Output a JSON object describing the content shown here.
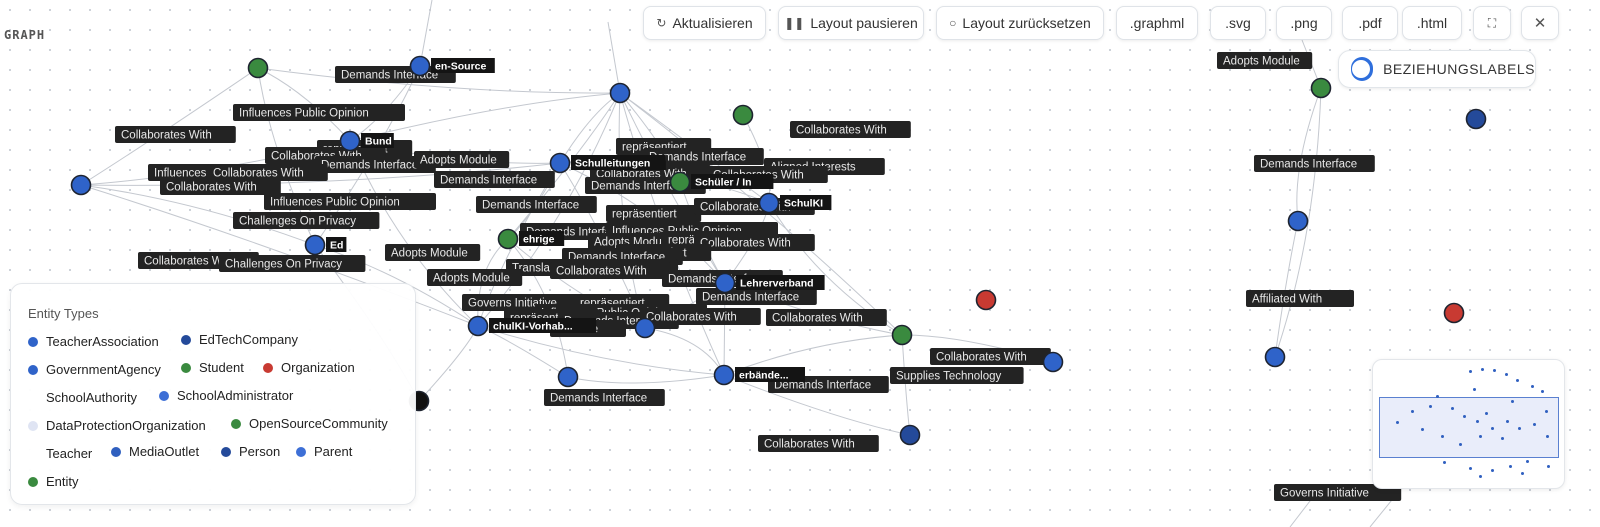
{
  "section_label": "GRAPH",
  "toolbar": {
    "refresh_label": "Aktualisieren",
    "pause_label": "Layout pausieren",
    "reset_label": "Layout zurücksetzen",
    "export_graphml": ".graphml",
    "export_svg": ".svg",
    "export_png": ".png",
    "export_pdf": ".pdf",
    "export_html": ".html",
    "fullscreen_icon": "fullscreen-icon",
    "close_icon": "close-icon"
  },
  "relationship_toggle": {
    "label": "BEZIEHUNGSLABELS",
    "enabled": true
  },
  "legend": {
    "title": "Entity Types",
    "items": [
      {
        "label": "TeacherAssociation",
        "color": "#2f63c9"
      },
      {
        "label": "EdTechCompany",
        "color": "#244a9a"
      },
      {
        "label": "GovernmentAgency",
        "color": "#2f63c9"
      },
      {
        "label": "Student",
        "color": "#3a8a3f"
      },
      {
        "label": "Organization",
        "color": "#c83a32"
      },
      {
        "label": "SchoolAuthority",
        "color": "#ffffff"
      },
      {
        "label": "SchoolAdministrator",
        "color": "#3d6fd6"
      },
      {
        "label": "DataProtectionOrganization",
        "color": "#dfe4f3"
      },
      {
        "label": "OpenSourceCommunity",
        "color": "#3a8a3f"
      },
      {
        "label": "Teacher",
        "color": "#ffffff"
      },
      {
        "label": "MediaOutlet",
        "color": "#2f5fbf"
      },
      {
        "label": "Person",
        "color": "#244a9a"
      },
      {
        "label": "Parent",
        "color": "#3d6fd6"
      },
      {
        "label": "Entity",
        "color": "#3a8a3f"
      }
    ]
  },
  "nodes": [
    {
      "id": "n1",
      "color": "#3a8a3f",
      "label": ""
    },
    {
      "id": "n2",
      "color": "#2f63c9",
      "label": "en-Source"
    },
    {
      "id": "n3",
      "color": "#2f63c9",
      "label": ""
    },
    {
      "id": "n4",
      "color": "#2f63c9",
      "label": "Bund"
    },
    {
      "id": "n5",
      "color": "#2f63c9",
      "label": ""
    },
    {
      "id": "n6",
      "color": "#2f63c9",
      "label": "Schulleitungen"
    },
    {
      "id": "n7",
      "color": "#3a8a3f",
      "label": ""
    },
    {
      "id": "n8",
      "color": "#3a8a3f",
      "label": "Schüler / In"
    },
    {
      "id": "n9",
      "color": "#2f63c9",
      "label": "SchulKI"
    },
    {
      "id": "n10",
      "color": "#2f63c9",
      "label": "Ed"
    },
    {
      "id": "n11",
      "color": "#3a8a3f",
      "label": "ehrige"
    },
    {
      "id": "n12",
      "color": "#2f63c9",
      "label": "Lehrerverband"
    },
    {
      "id": "n13",
      "color": "#2f63c9",
      "label": "chulKI-Vorhab..."
    },
    {
      "id": "n14",
      "color": "#2f63c9",
      "label": ""
    },
    {
      "id": "n15",
      "color": "#2f63c9",
      "label": ""
    },
    {
      "id": "n16",
      "color": "#2f63c9",
      "label": "erbände..."
    },
    {
      "id": "n17",
      "color": "#3a8a3f",
      "label": ""
    },
    {
      "id": "n18",
      "color": "#c83a32",
      "label": ""
    },
    {
      "id": "n19",
      "color": "#2f63c9",
      "label": ""
    },
    {
      "id": "n20",
      "color": "#244a9a",
      "label": ""
    },
    {
      "id": "n21",
      "color": "#111111",
      "label": ""
    },
    {
      "id": "n22",
      "color": "#3a8a3f",
      "label": ""
    },
    {
      "id": "n23",
      "color": "#244a9a",
      "label": ""
    },
    {
      "id": "n24",
      "color": "#2f63c9",
      "label": ""
    },
    {
      "id": "n25",
      "color": "#2f63c9",
      "label": ""
    },
    {
      "id": "n26",
      "color": "#c83a32",
      "label": ""
    }
  ],
  "edge_labels": [
    "Collaborates With",
    "Influences Public Opinion",
    "Demands Interface",
    "repräsentiert",
    "Adopts Module",
    "Challenges On Privacy",
    "Aligned Interests",
    "Translates Between Levels",
    "Governs Initiative",
    "Supplies Technology",
    "Affiliated With",
    "Initiative"
  ]
}
